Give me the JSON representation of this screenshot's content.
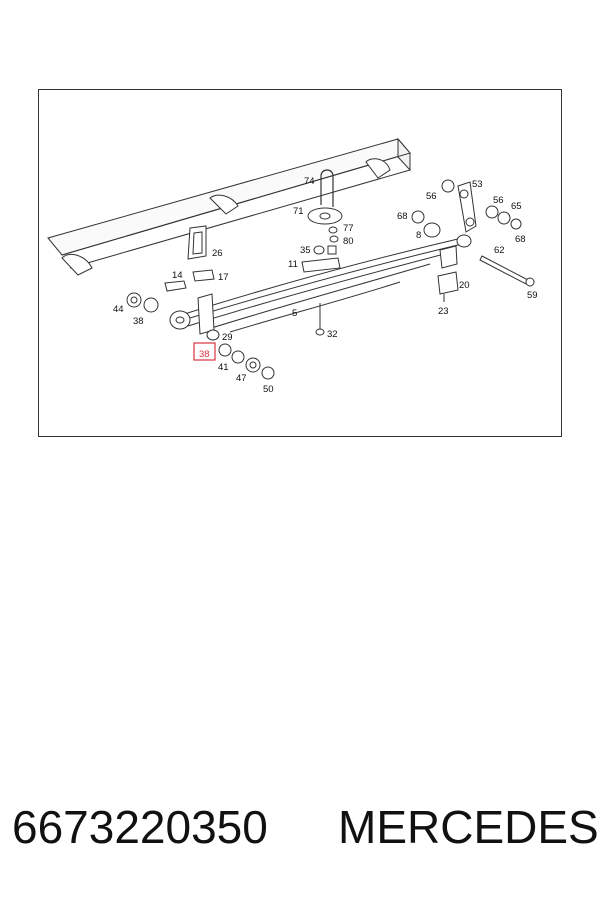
{
  "diagram": {
    "callouts": [
      "74",
      "56",
      "53",
      "71",
      "68",
      "56",
      "65",
      "68",
      "26",
      "77",
      "35",
      "80",
      "8",
      "62",
      "11",
      "14",
      "17",
      "20",
      "59",
      "44",
      "38",
      "5",
      "23",
      "29",
      "32",
      "38",
      "41",
      "47",
      "50"
    ],
    "highlighted_callout": "38",
    "highlight_color": "#d8323c"
  },
  "footer": {
    "part_number": "6673220350",
    "brand": "MERCEDES"
  }
}
